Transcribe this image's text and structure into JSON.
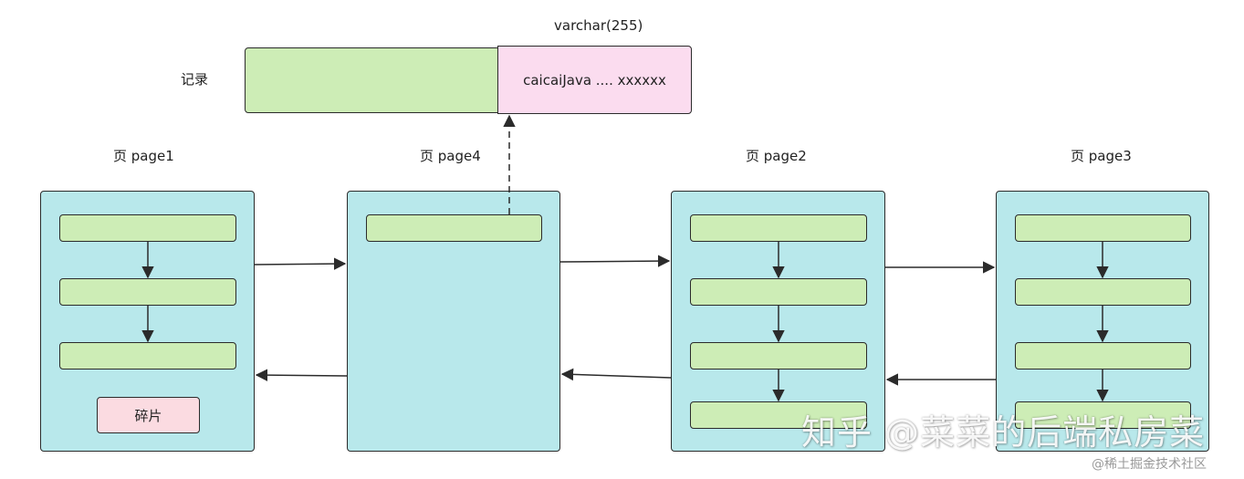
{
  "record": {
    "label": "记录",
    "varchar_label": "varchar(255)",
    "varchar_content": "caicaiJava .... xxxxxx"
  },
  "pages": [
    {
      "title": "页 page1",
      "fragment_label": "碎片"
    },
    {
      "title": "页 page4"
    },
    {
      "title": "页 page2"
    },
    {
      "title": "页 page3"
    }
  ],
  "watermark": {
    "main": "知乎 @菜菜的后端私房菜",
    "sub": "@稀土掘金技术社区"
  },
  "colors": {
    "page_fill": "#b8e8eb",
    "record_fill": "#cdedb6",
    "fragment_fill": "#fbdbe1",
    "varchar_fill": "#fbdcef",
    "stroke": "#2b2b2b"
  }
}
